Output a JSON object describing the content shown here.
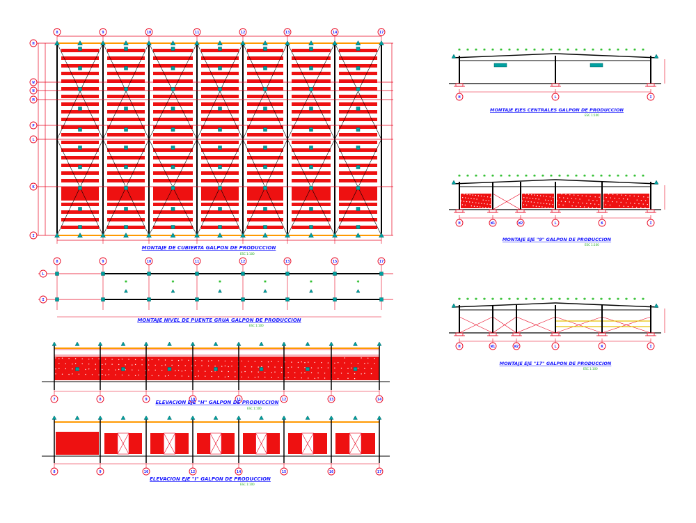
{
  "titles": {
    "roof_plan": "MONTAJE DE CUBIERTA GALPON DE PRODUCCION",
    "crane_level": "MONTAJE NIVEL DE PUENTE GRUA GALPON DE PRODUCCION",
    "elev_h": "ELEVACION EJE \"H\" GALPON DE PRODUCCION",
    "elev_i": "ELEVACION EJE \"I\" GALPON DE PRODUCCION",
    "central_axes": "MONTAJE EJES CENTRALES GALPON DE PRODUCCION",
    "axis_9": "MONTAJE EJE \"9\" GALPON DE PRODUCCION",
    "axis_17": "MONTAJE EJE \"17\" GALPON DE PRODUCCION"
  },
  "scale_note": "ESC 1:100",
  "axes": {
    "roof_columns": [
      "8",
      "9",
      "10",
      "11",
      "12",
      "13",
      "14",
      "17"
    ],
    "roof_rows": [
      "H",
      "W",
      "N",
      "M",
      "P",
      "L",
      "K",
      "I"
    ],
    "crane_columns": [
      "8",
      "9",
      "10",
      "11",
      "12",
      "13",
      "15",
      "17"
    ],
    "crane_rows": [
      "L",
      "I"
    ],
    "elev_h_columns": [
      "7",
      "8",
      "9",
      "10",
      "11",
      "12",
      "13",
      "14"
    ],
    "elev_i_columns": [
      "8",
      "9",
      "10",
      "12",
      "14",
      "15",
      "16",
      "17"
    ],
    "central_axes": [
      "H",
      "L",
      "I"
    ],
    "axis_9": [
      "H",
      "W1",
      "W2",
      "L",
      "K",
      "I"
    ],
    "axis_17": [
      "H",
      "W1",
      "W2",
      "L",
      "K",
      "I"
    ]
  },
  "colors": {
    "structure": "#e8001c",
    "fill": "#ee1111",
    "accent": "#1a1aff",
    "markers": "#00a0a0",
    "vegetation": "#22bb22",
    "orange": "#ff9900",
    "yellow": "#e6c200"
  }
}
